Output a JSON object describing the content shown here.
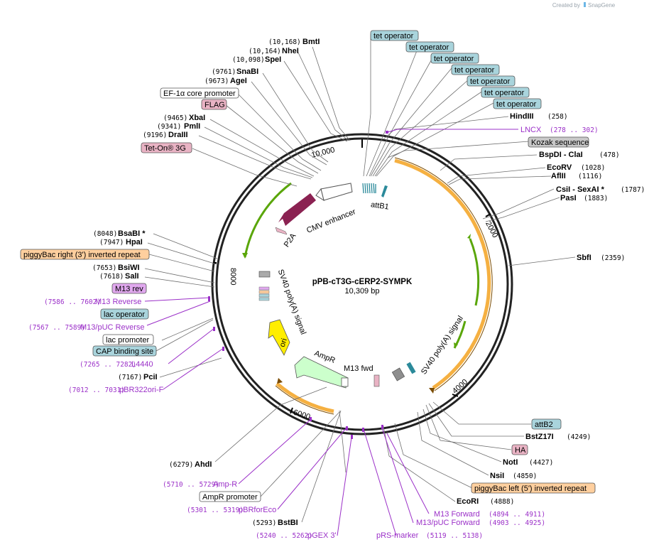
{
  "plasmid": {
    "name": "pPB-cT3G-cERP2-SYMPK",
    "length": "10,309 bp"
  },
  "credit": {
    "prefix": "Created by",
    "brand": "SnapGene"
  },
  "ticks": [
    "10,000",
    "2000",
    "4000",
    "6000",
    "8000"
  ],
  "feature_labels": {
    "cmv_enhancer": "CMV enhancer",
    "p2a": "P2A",
    "sv40_left": "SV40 poly(A) signal",
    "sv40_right": "SV40 poly(A) signal",
    "ori": "ori",
    "ampr": "AmpR",
    "m13_fwd": "M13 fwd",
    "attb1": "attB1"
  },
  "boxed": {
    "tet_operator": "tet operator",
    "kozak": "Kozak sequence",
    "ef1a": "EF-1α core promoter",
    "flag": "FLAG",
    "tet_on": "Tet-On® 3G",
    "pb_right": "piggyBac right (3') inverted repeat",
    "m13_rev": "M13 rev",
    "lac_operator": "lac operator",
    "lac_promoter": "lac promoter",
    "cap": "CAP binding site",
    "attb2": "attB2",
    "ha": "HA",
    "pb_left": "piggyBac left (5') inverted repeat",
    "ampr_promoter": "AmpR promoter"
  },
  "sites": {
    "bmti": {
      "pos": "(10,168)",
      "name": "BmtI"
    },
    "nhei": {
      "pos": "(10,164)",
      "name": "NheI"
    },
    "spei": {
      "pos": "(10,098)",
      "name": "SpeI"
    },
    "snabi": {
      "pos": "(9761)",
      "name": "SnaBI"
    },
    "agei": {
      "pos": "(9673)",
      "name": "AgeI"
    },
    "xbai": {
      "pos": "(9465)",
      "name": "XbaI"
    },
    "pmli": {
      "pos": "(9341)",
      "name": "PmlI"
    },
    "draiii": {
      "pos": "(9196)",
      "name": "DraIII"
    },
    "bsabi": {
      "pos": "(8048)",
      "name": "BsaBI *"
    },
    "hpai": {
      "pos": "(7947)",
      "name": "HpaI"
    },
    "bsiwi": {
      "pos": "(7653)",
      "name": "BsiWI"
    },
    "sali": {
      "pos": "(7618)",
      "name": "SalI"
    },
    "pcii": {
      "pos": "(7167)",
      "name": "PciI"
    },
    "ahdi": {
      "pos": "(6279)",
      "name": "AhdI"
    },
    "bstbi": {
      "pos": "(5293)",
      "name": "BstBI"
    },
    "hindiii": {
      "pos": "(258)",
      "name": "HindIII"
    },
    "bspdi": {
      "pos": "(478)",
      "name": "BspDI - ClaI"
    },
    "ecorv": {
      "pos": "(1028)",
      "name": "EcoRV"
    },
    "aflii": {
      "pos": "(1116)",
      "name": "AflII"
    },
    "csii": {
      "pos": "(1787)",
      "name": "CsiI - SexAI *"
    },
    "pasi": {
      "pos": "(1883)",
      "name": "PasI"
    },
    "sbfi": {
      "pos": "(2359)",
      "name": "SbfI"
    },
    "bstz17i": {
      "pos": "(4249)",
      "name": "BstZ17I"
    },
    "noti": {
      "pos": "(4427)",
      "name": "NotI"
    },
    "nsii": {
      "pos": "(4850)",
      "name": "NsiI"
    },
    "ecori": {
      "pos": "(4888)",
      "name": "EcoRI"
    }
  },
  "primers": {
    "lncx": {
      "name": "LNCX",
      "range": "(278 .. 302)"
    },
    "m13_reverse": {
      "range": "(7586 .. 7602)",
      "name": "M13 Reverse"
    },
    "m13_puc_reverse": {
      "range": "(7567 .. 7589)",
      "name": "M13/pUC Reverse"
    },
    "l4440": {
      "range": "(7265 .. 7282)",
      "name": "L4440"
    },
    "pbr322ori": {
      "range": "(7012 .. 7031)",
      "name": "pBR322ori-F"
    },
    "amp_r": {
      "range": "(5710 .. 5729)",
      "name": "Amp-R"
    },
    "pbrforeco": {
      "range": "(5301 .. 5319)",
      "name": "pBRforEco"
    },
    "pgex3": {
      "range": "(5240 .. 5262)",
      "name": "pGEX 3'"
    },
    "prs_marker": {
      "name": "pRS-marker",
      "range": "(5119 .. 5138)"
    },
    "m13_forward": {
      "name": "M13 Forward",
      "range": "(4894 .. 4911)"
    },
    "m13_puc_forward": {
      "name": "M13/pUC Forward",
      "range": "(4903 .. 4925)"
    }
  },
  "colors": {
    "backbone": "#222222",
    "orange_feature": "#f5b041",
    "green_arrow": "#5aa60a",
    "p2a": "#8b2252",
    "ori": "#ffee00",
    "ampr": "#ccffcc",
    "operator_box": "#a9d4dc",
    "pink_box": "#e9b3c4",
    "peach_box": "#ffcf9e",
    "violet_box": "#e0a8ee",
    "primer": "#9b30c8",
    "kozak_box": "#c8c8c8"
  }
}
